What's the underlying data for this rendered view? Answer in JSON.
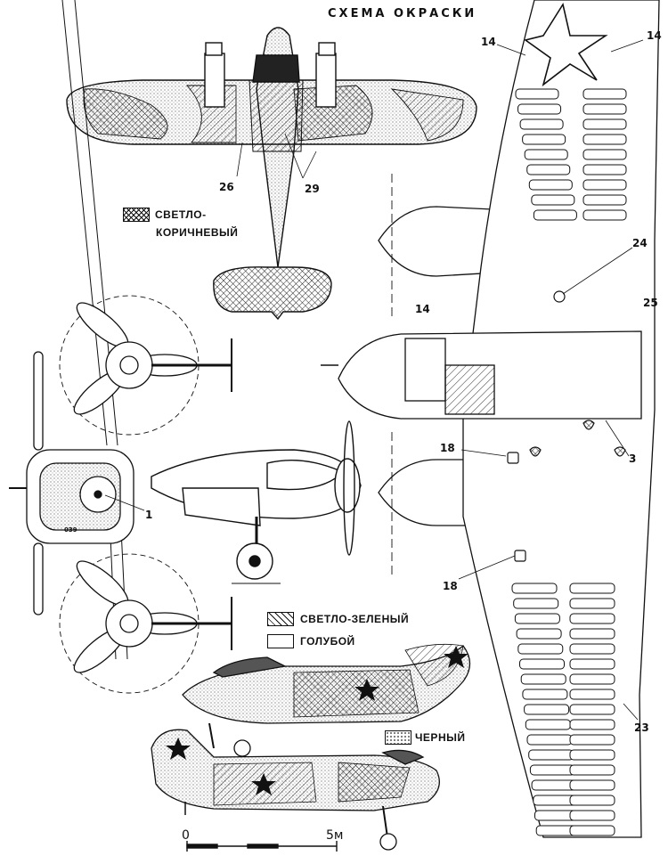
{
  "title": "СХЕМА ОКРАСКИ",
  "legend": {
    "light_brown_line1": "СВЕТЛО-",
    "light_brown_line2": "КОРИЧНЕВЫЙ",
    "light_green": "СВЕТЛО-ЗЕЛЕНЫЙ",
    "light_blue": "ГОЛУБОЙ",
    "black": "ЧЕРНЫЙ"
  },
  "callouts": {
    "c14a": "14",
    "c14b": "14",
    "c14c": "14",
    "c24": "24",
    "c25": "25",
    "c26": "26",
    "c29": "29",
    "c3": "3",
    "c18a": "18",
    "c18b": "18",
    "c1": "1",
    "c23": "23"
  },
  "scale": {
    "zero": "0",
    "five": "5м"
  },
  "serial": "039",
  "colors": {
    "ink": "#111111",
    "stipple": "#777777"
  }
}
